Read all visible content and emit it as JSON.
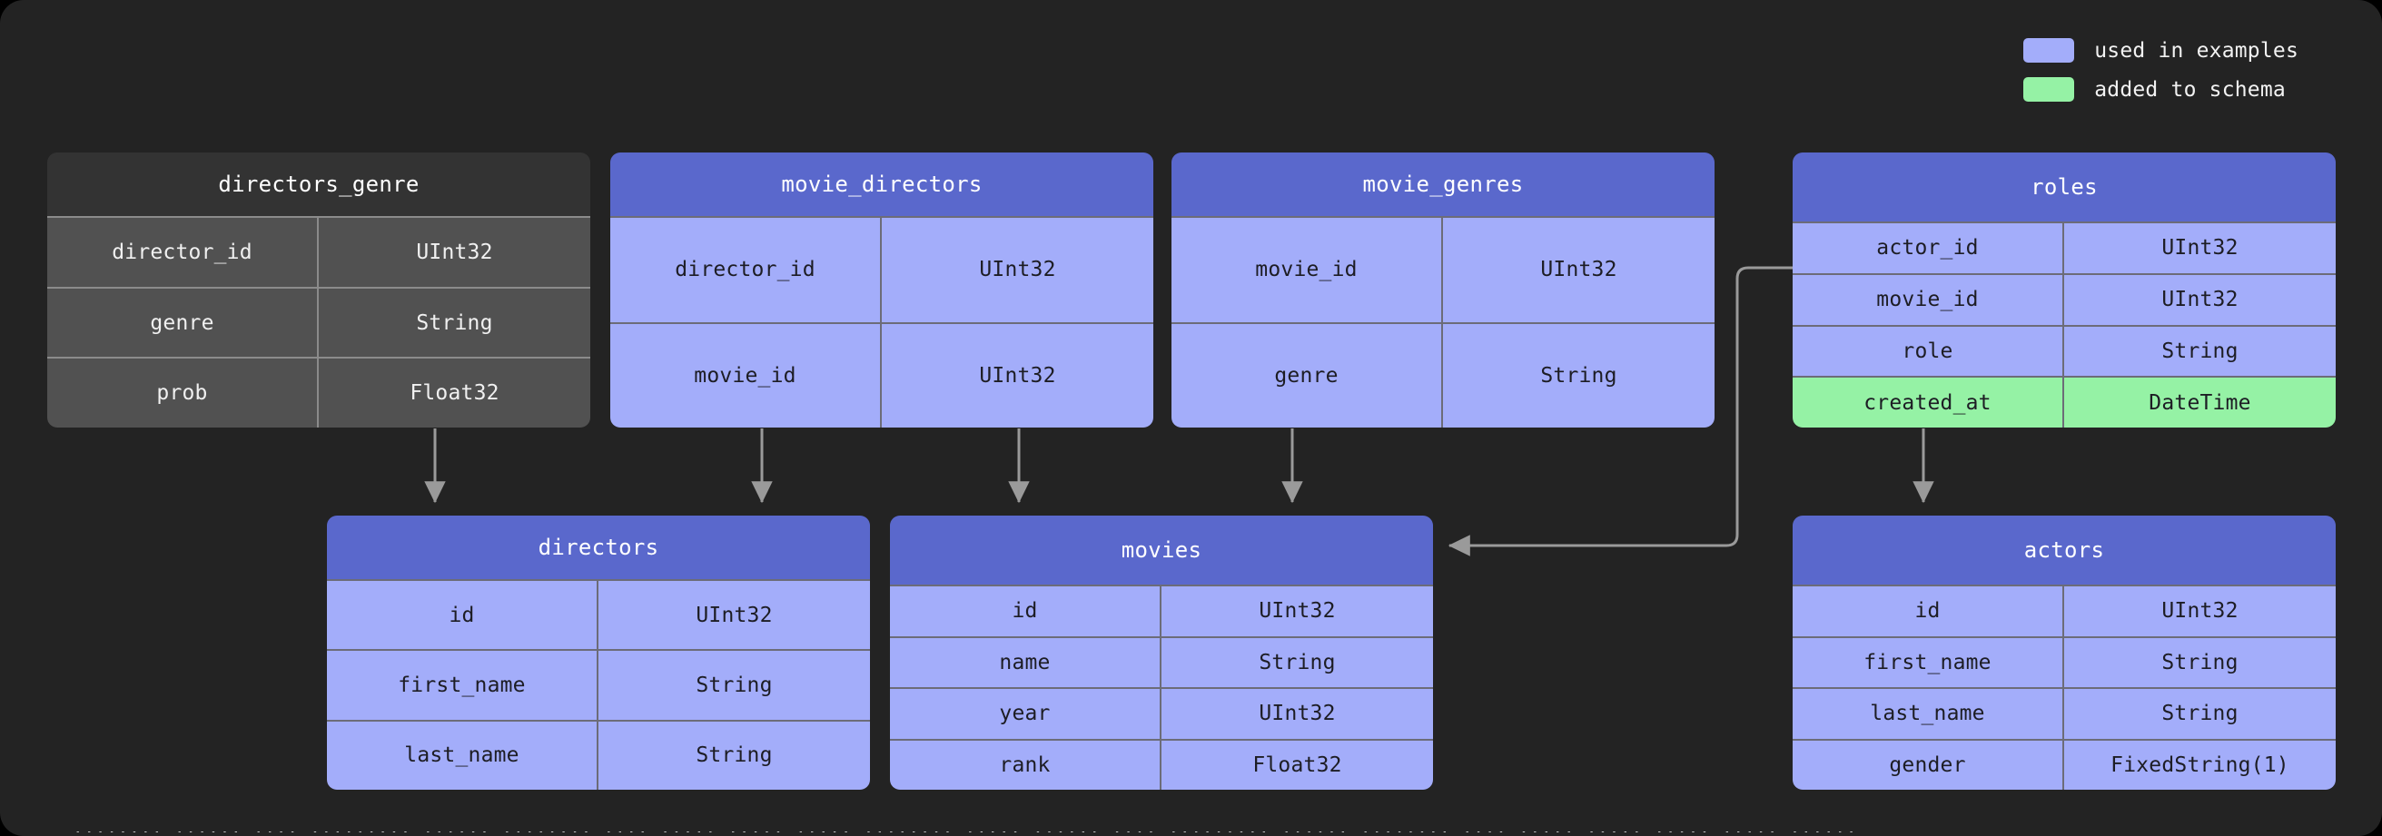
{
  "legend": {
    "items": [
      {
        "label": "used in examples",
        "color": "#a3adfa"
      },
      {
        "label": "added to schema",
        "color": "#95f2a5"
      }
    ]
  },
  "tables": {
    "directors_genre": {
      "title": "directors_genre",
      "rows": [
        {
          "name": "director_id",
          "type": "UInt32"
        },
        {
          "name": "genre",
          "type": "String"
        },
        {
          "name": "prob",
          "type": "Float32"
        }
      ]
    },
    "movie_directors": {
      "title": "movie_directors",
      "rows": [
        {
          "name": "director_id",
          "type": "UInt32"
        },
        {
          "name": "movie_id",
          "type": "UInt32"
        }
      ]
    },
    "movie_genres": {
      "title": "movie_genres",
      "rows": [
        {
          "name": "movie_id",
          "type": "UInt32"
        },
        {
          "name": "genre",
          "type": "String"
        }
      ]
    },
    "roles": {
      "title": "roles",
      "rows": [
        {
          "name": "actor_id",
          "type": "UInt32"
        },
        {
          "name": "movie_id",
          "type": "UInt32"
        },
        {
          "name": "role",
          "type": "String"
        },
        {
          "name": "created_at",
          "type": "DateTime"
        }
      ]
    },
    "directors": {
      "title": "directors",
      "rows": [
        {
          "name": "id",
          "type": "UInt32"
        },
        {
          "name": "first_name",
          "type": "String"
        },
        {
          "name": "last_name",
          "type": "String"
        }
      ]
    },
    "movies": {
      "title": "movies",
      "rows": [
        {
          "name": "id",
          "type": "UInt32"
        },
        {
          "name": "name",
          "type": "String"
        },
        {
          "name": "year",
          "type": "UInt32"
        },
        {
          "name": "rank",
          "type": "Float32"
        }
      ]
    },
    "actors": {
      "title": "actors",
      "rows": [
        {
          "name": "id",
          "type": "UInt32"
        },
        {
          "name": "first_name",
          "type": "String"
        },
        {
          "name": "last_name",
          "type": "String"
        },
        {
          "name": "gender",
          "type": "FixedString(1)"
        }
      ]
    }
  },
  "bottom_strip_text": "........ ...... .... ......... ...... ........ .... ..... ..... ..... ........ ..... ...... .... ......... ...... ........ .... ..... ..... .....     ..... ......"
}
